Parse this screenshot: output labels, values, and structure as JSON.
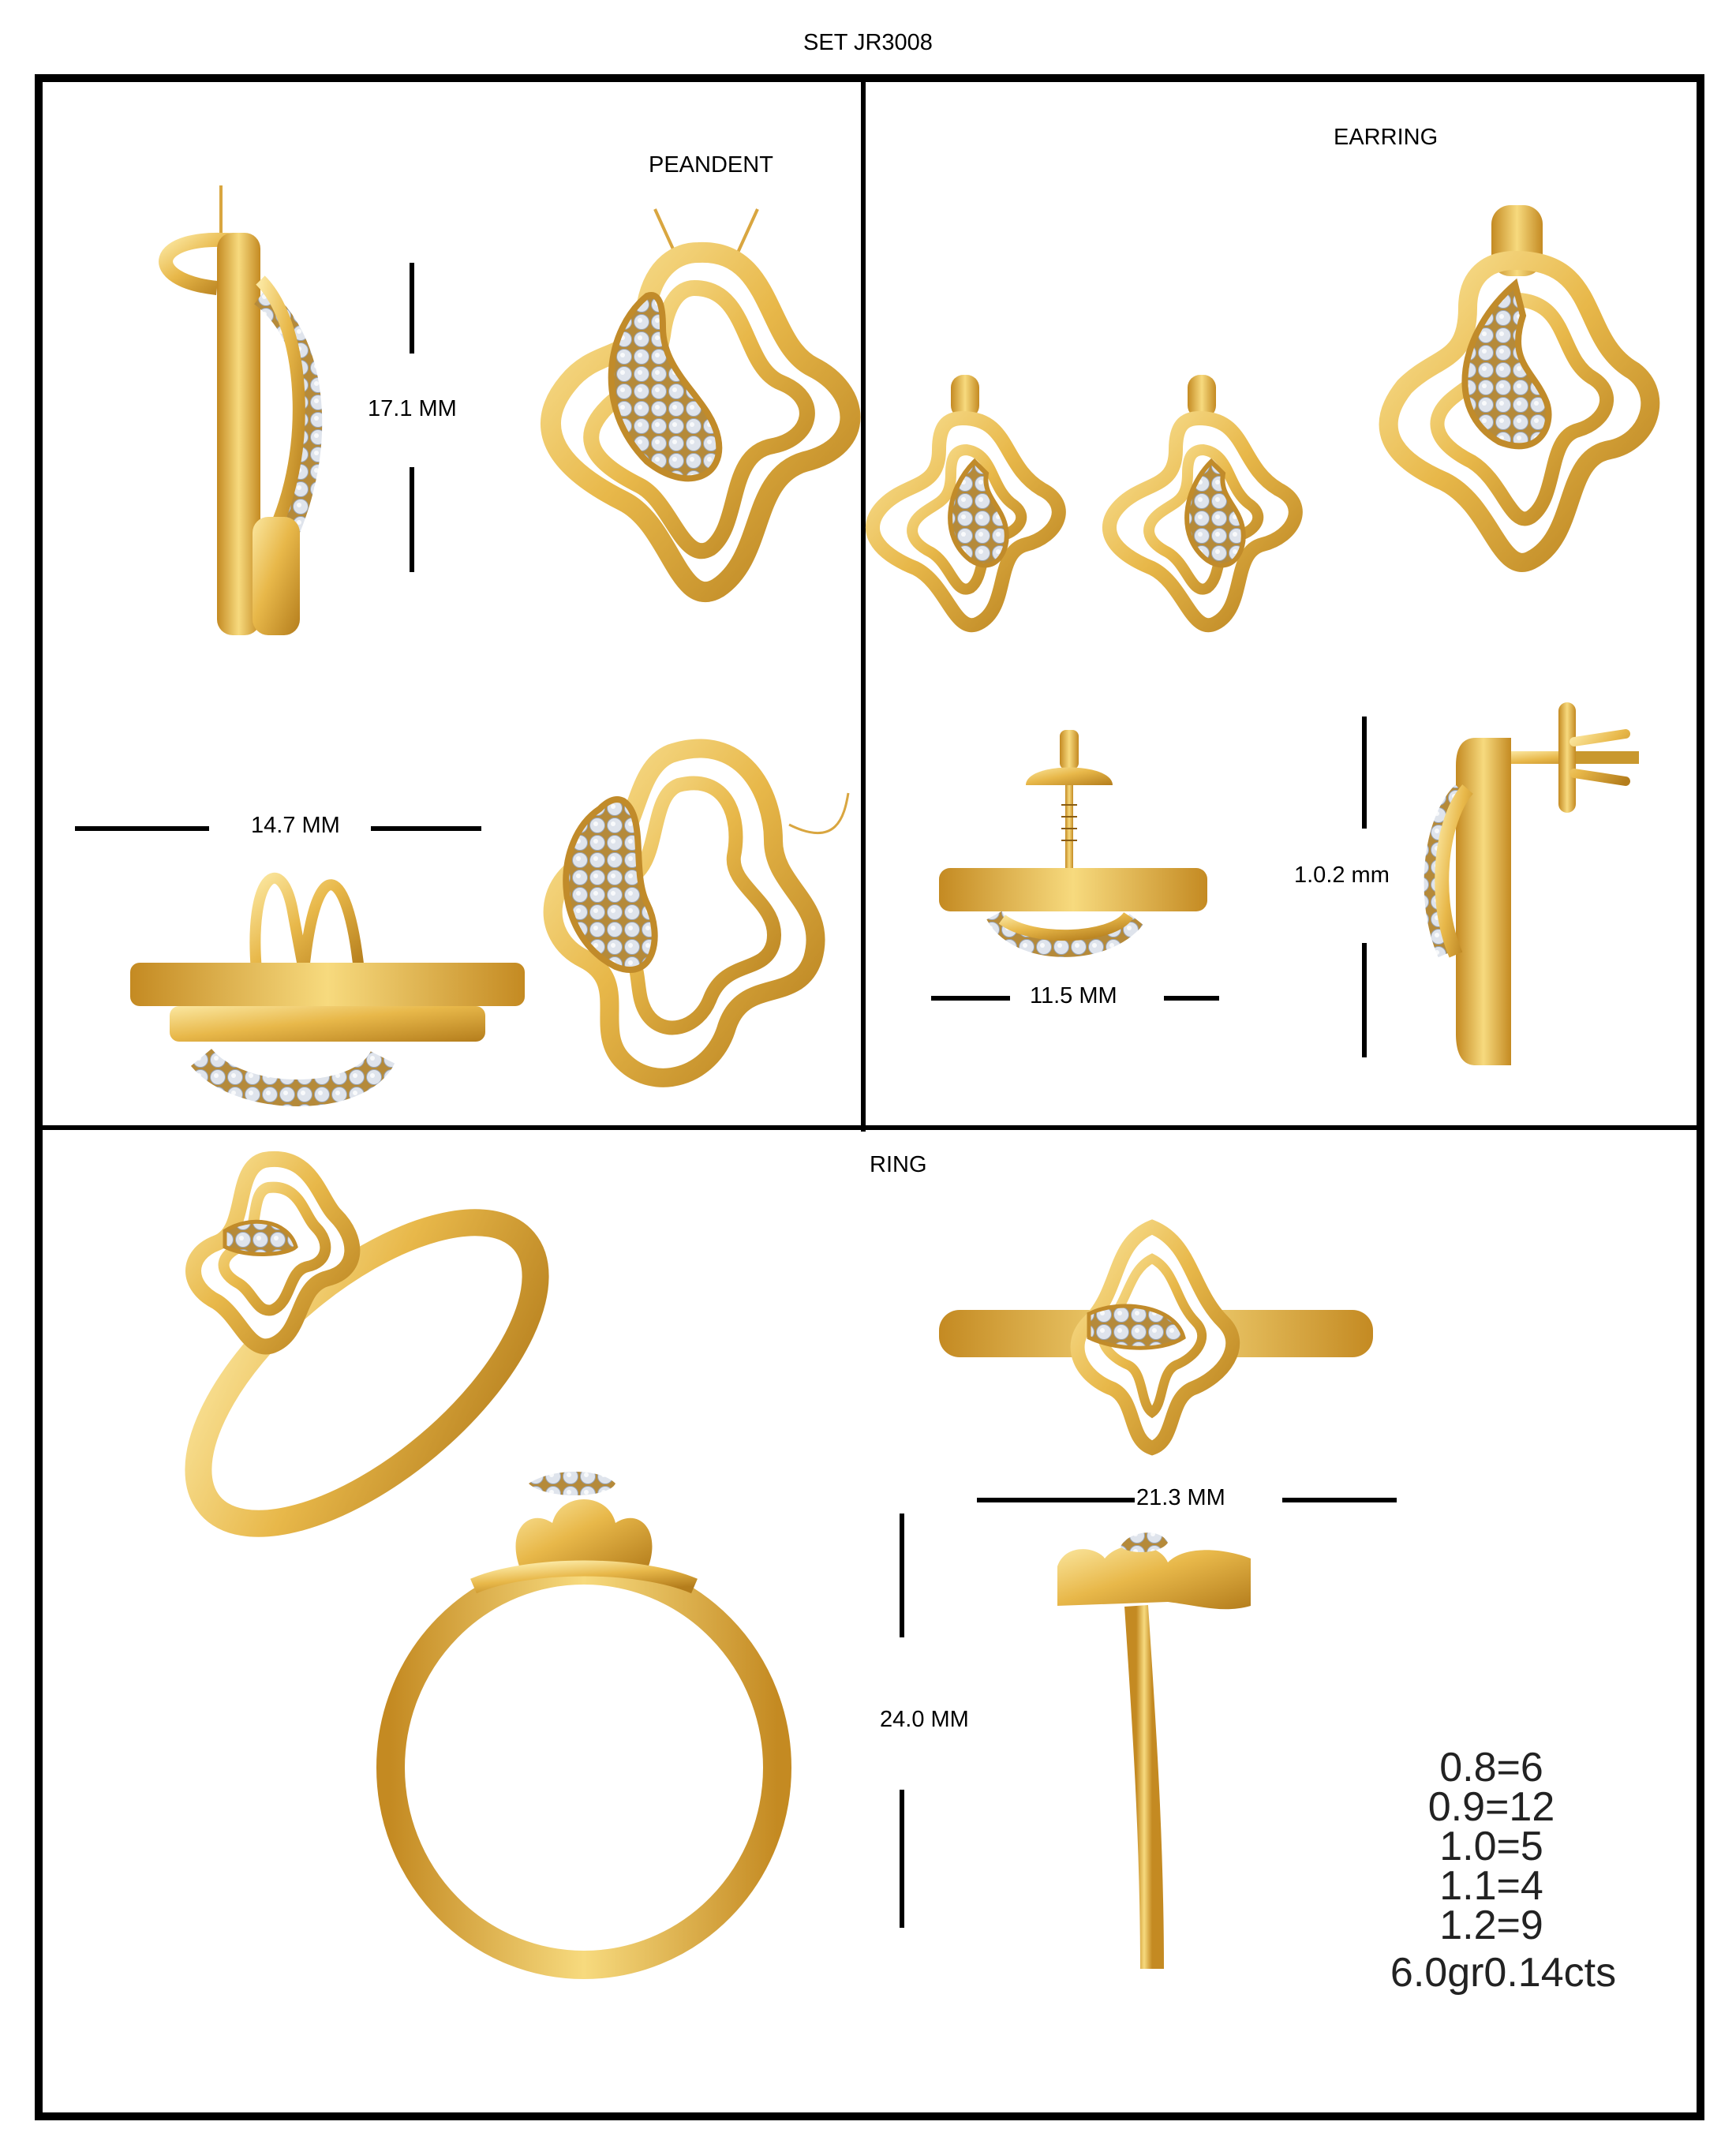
{
  "sheet": {
    "title": "SET JR3008"
  },
  "sections": {
    "pendant": {
      "label": "PEANDENT",
      "height_dim": "17.1 MM",
      "width_dim": "14.7 MM",
      "views": [
        "side-view",
        "front-view",
        "top-view",
        "perspective-view"
      ]
    },
    "earring": {
      "label": "EARRING",
      "width_dim": "11.5  MM",
      "height_dim": "1.0.2   mm",
      "views": [
        "pair-front-view",
        "front-view",
        "top-view",
        "side-view"
      ]
    },
    "ring": {
      "label": "RING",
      "width_dim": "21.3  MM",
      "height_dim": "24.0  MM",
      "views": [
        "perspective-view",
        "top-view",
        "front-view",
        "side-view"
      ]
    }
  },
  "stone_details": {
    "lines": [
      "0.8=6",
      "0.9=12",
      "1.0=5",
      "1.1=4",
      "1.2=9"
    ],
    "total": "6.0gr0.14cts"
  },
  "colors": {
    "gold_light": "#f6d77a",
    "gold_mid": "#e3b13f",
    "gold_dark": "#b07a18",
    "diamond": "#d7dde6",
    "line": "#000000"
  }
}
